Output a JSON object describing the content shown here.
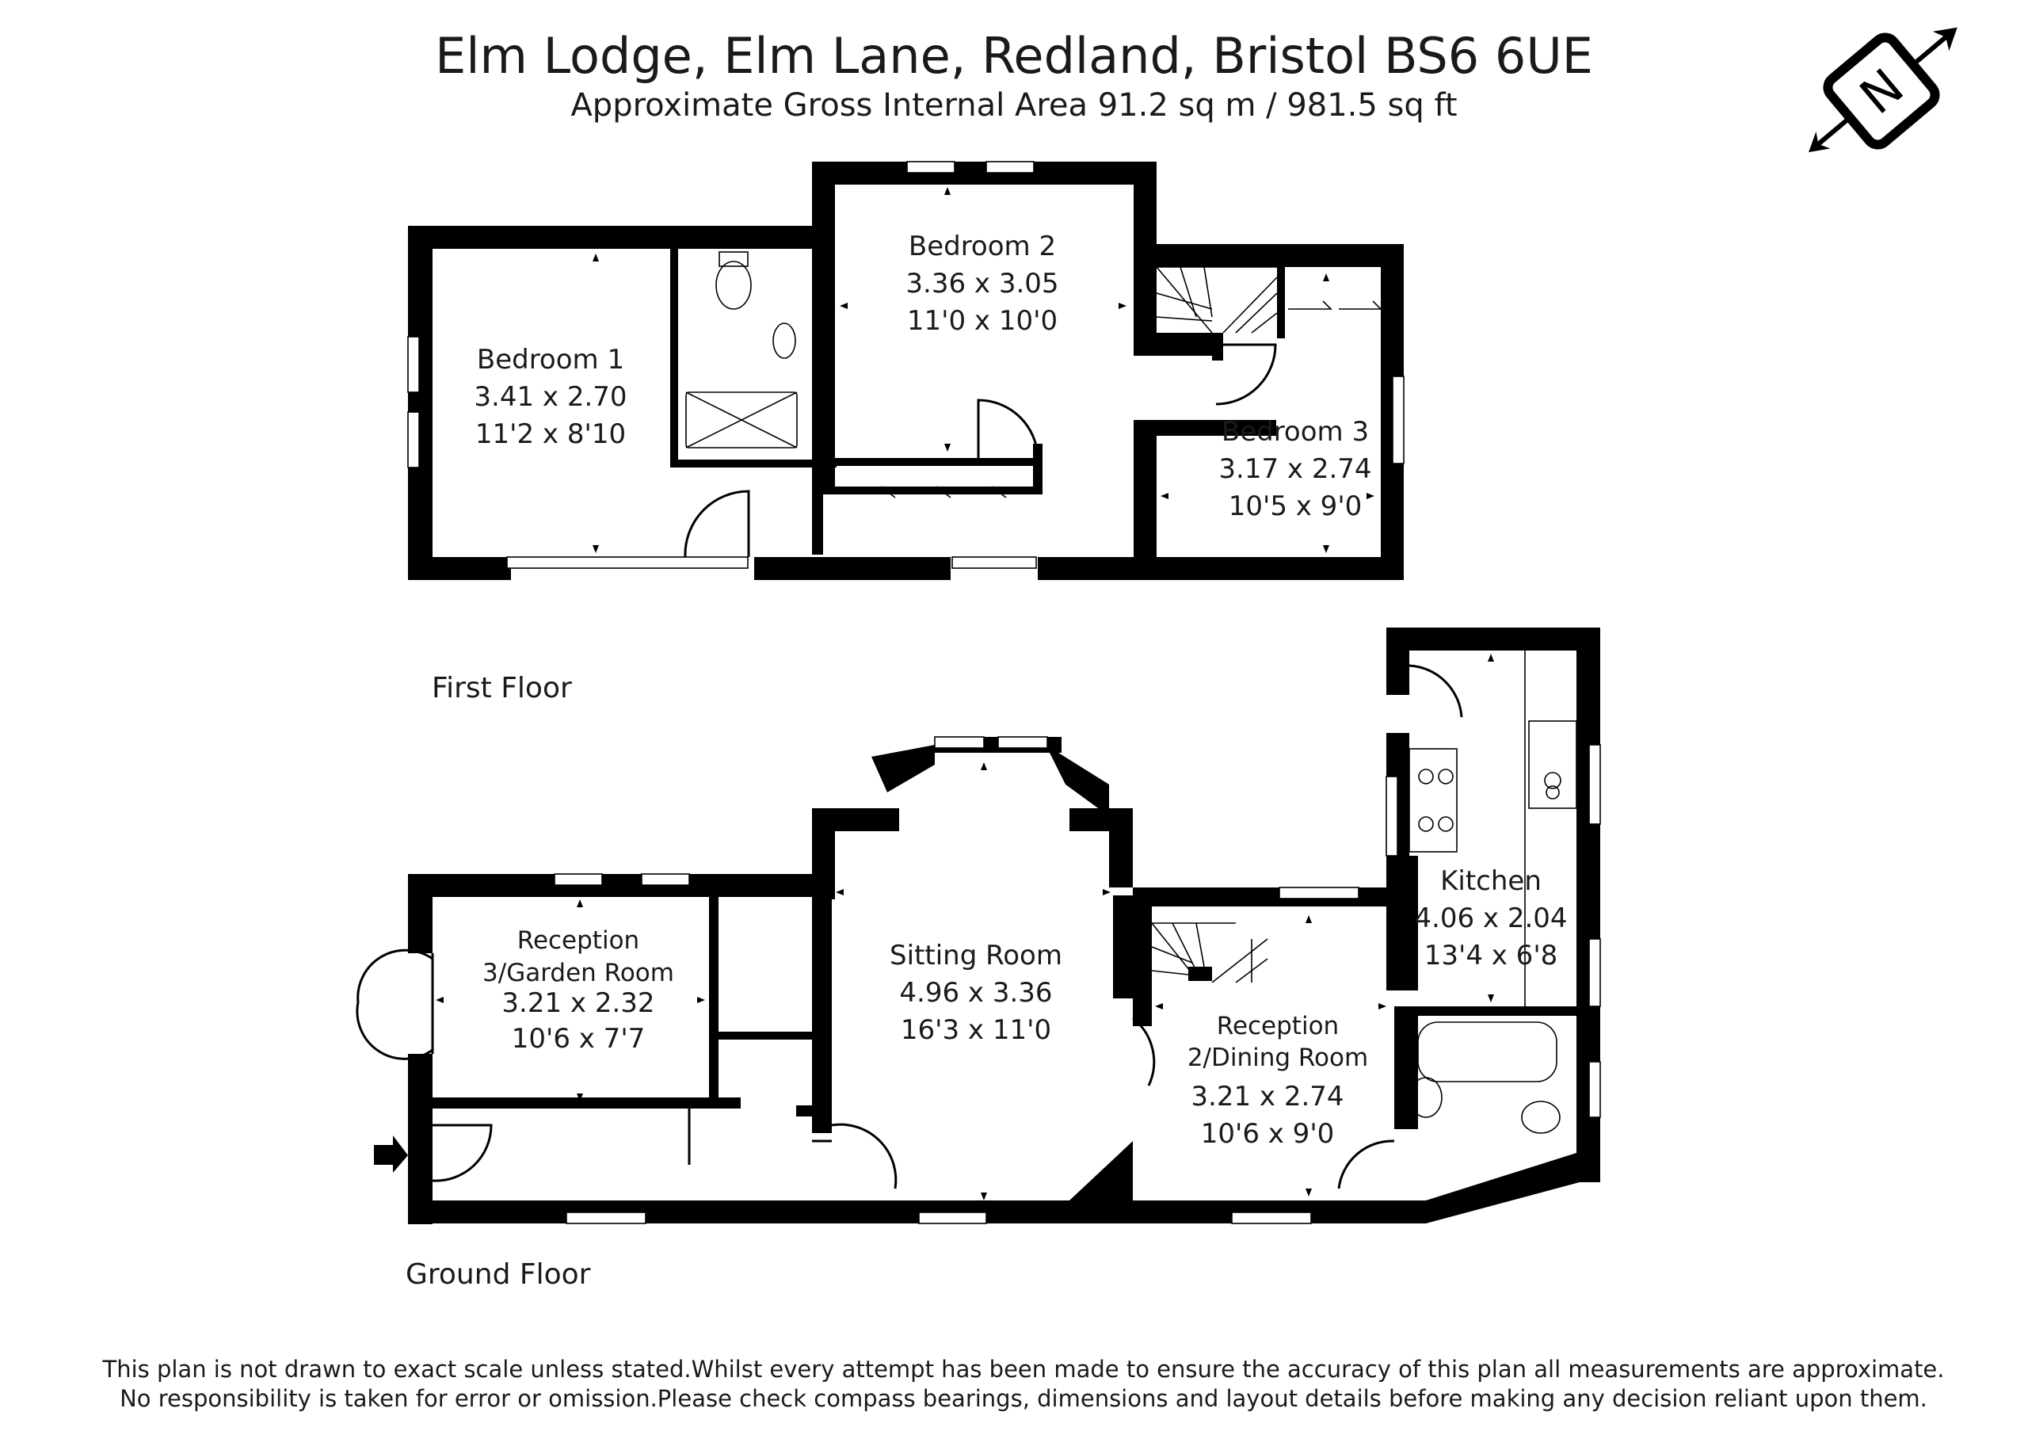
{
  "header": {
    "title": "Elm Lodge, Elm Lane, Redland, Bristol BS6 6UE",
    "subtitle": "Approximate Gross Internal Area 91.2 sq m / 981.5 sq ft"
  },
  "compass": {
    "letter": "N",
    "icon": "north-compass-icon"
  },
  "floors": {
    "first": "First Floor",
    "ground": "Ground Floor"
  },
  "rooms": {
    "bedroom1": {
      "name": "Bedroom 1",
      "metric": "3.41 x 2.70",
      "imperial": "11'2 x 8'10"
    },
    "bedroom2": {
      "name": "Bedroom 2",
      "metric": "3.36 x 3.05",
      "imperial": "11'0 x 10'0"
    },
    "bedroom3": {
      "name": "Bedroom 3",
      "metric": "3.17 x 2.74",
      "imperial": "10'5 x 9'0"
    },
    "reception3": {
      "name1": "Reception",
      "name2": "3/Garden Room",
      "metric": "3.21 x 2.32",
      "imperial": "10'6 x 7'7"
    },
    "sitting": {
      "name": "Sitting Room",
      "metric": "4.96 x 3.36",
      "imperial": "16'3 x 11'0"
    },
    "kitchen": {
      "name": "Kitchen",
      "metric": "4.06 x 2.04",
      "imperial": "13'4 x 6'8"
    },
    "reception2": {
      "name1": "Reception",
      "name2": "2/Dining Room",
      "metric": "3.21 x 2.74",
      "imperial": "10'6 x 9'0"
    }
  },
  "disclaimer": {
    "line1": "This plan is not drawn to exact scale unless stated.Whilst every attempt has been made to ensure the accuracy of this plan all measurements are approximate.",
    "line2": "No responsibility is taken for error or omission.Please check compass bearings, dimensions and layout details before making any decision reliant upon them."
  }
}
